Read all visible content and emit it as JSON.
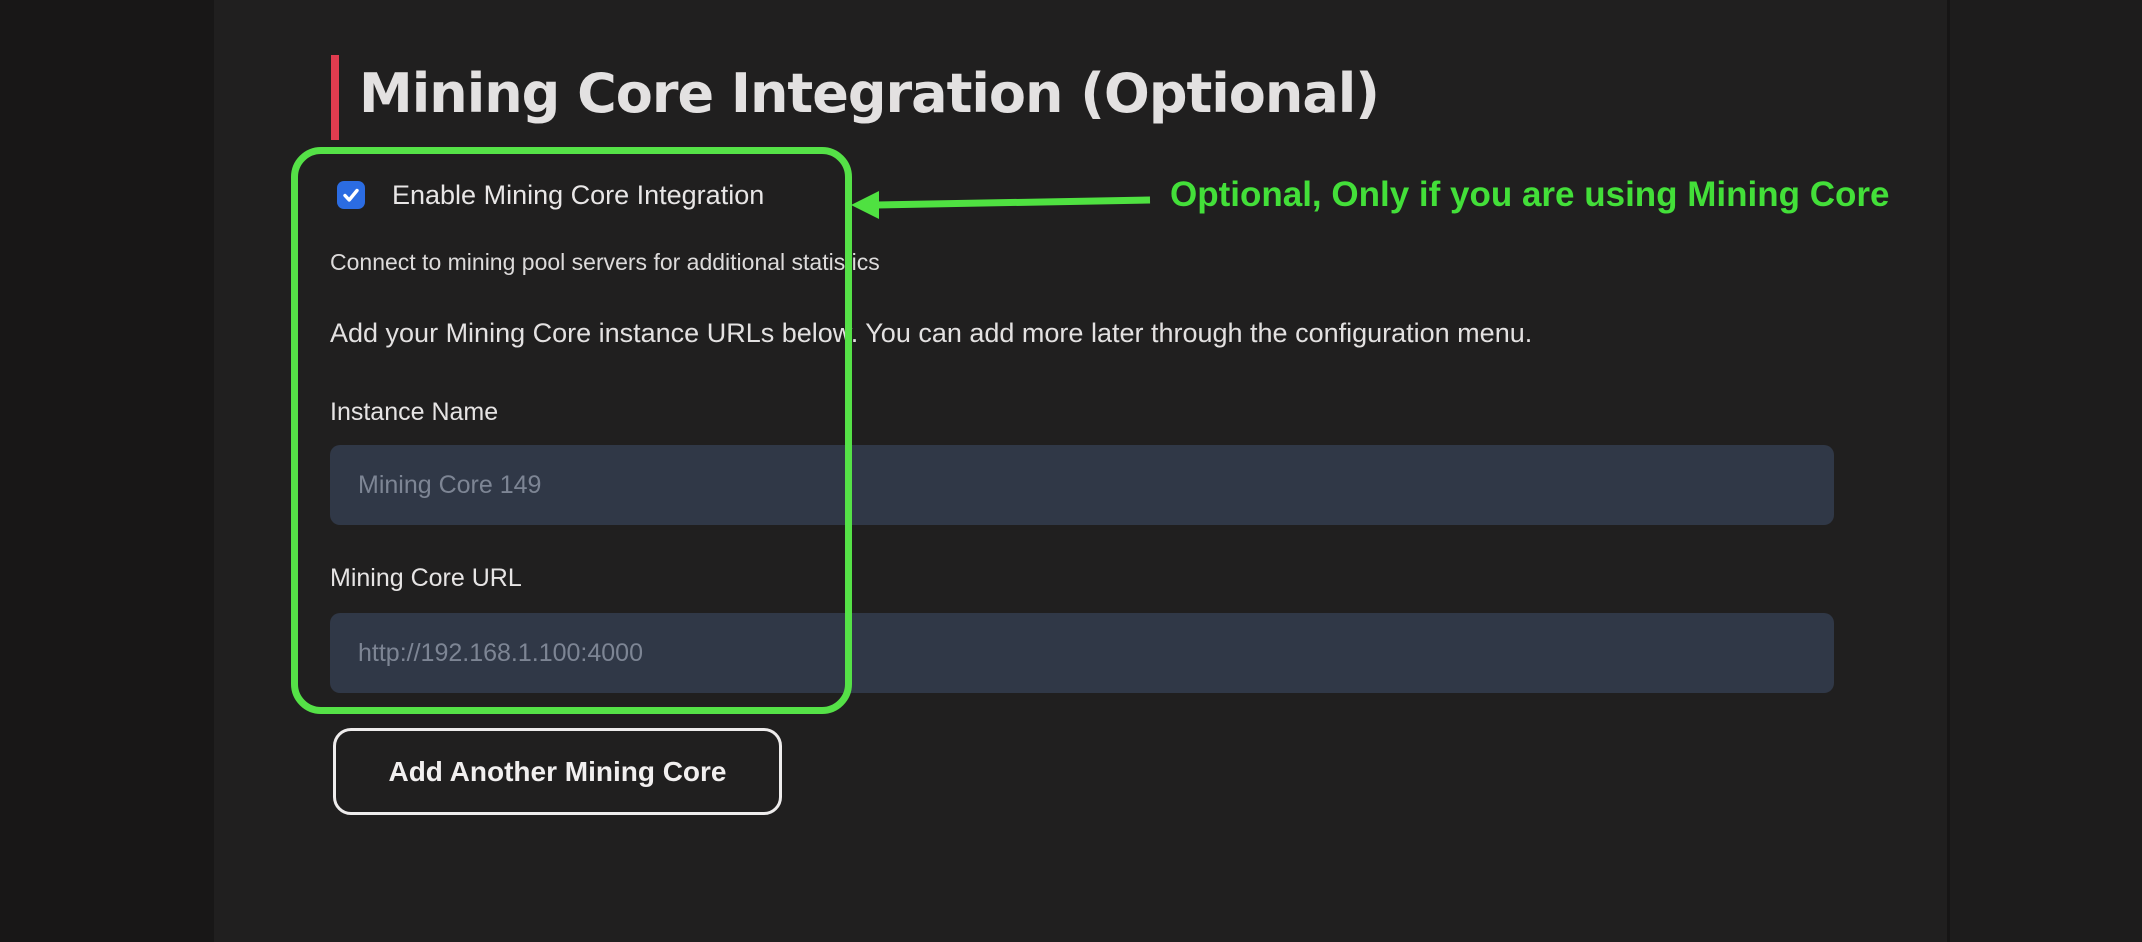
{
  "header": {
    "title": "Mining Core Integration (Optional)"
  },
  "mining_core_section": {
    "enable_checkbox": {
      "label": "Enable Mining Core Integration",
      "checked": true
    },
    "description": "Connect to mining pool servers for additional statistics",
    "instructions": "Add your Mining Core instance URLs below. You can add more later through the configuration menu.",
    "fields": [
      {
        "label": "Instance Name",
        "placeholder": "Mining Core 149",
        "value": ""
      },
      {
        "label": "Mining Core URL",
        "placeholder": "http://192.168.1.100:4000",
        "value": ""
      }
    ],
    "add_button_label": "Add Another Mining Core"
  },
  "annotation": {
    "text": "Optional, Only if you are using Mining Core"
  },
  "colors": {
    "accent_red": "#e03c4f",
    "checkbox_blue": "#2b6ce2",
    "annotation_green": "#55e147",
    "input_background": "#303847",
    "page_background": "#201f1f"
  }
}
